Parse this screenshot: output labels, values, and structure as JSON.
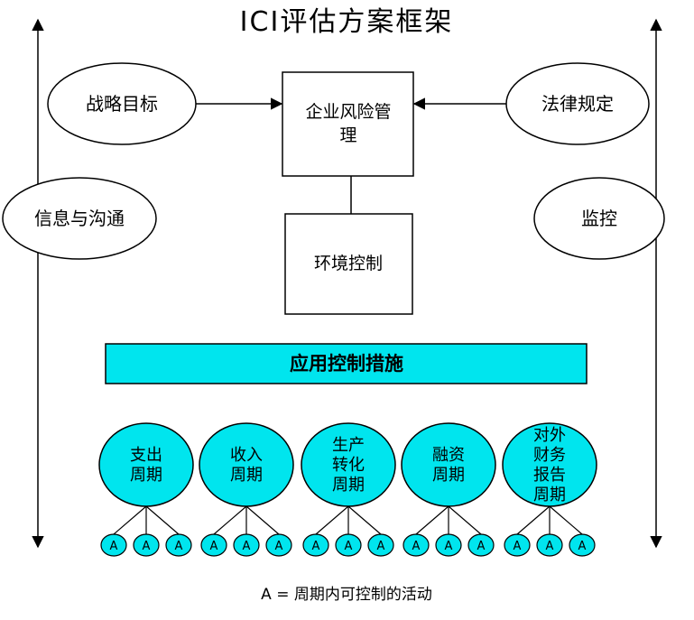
{
  "title": "ICI评估方案框架",
  "ovals": {
    "strategic_goals": "战略目标",
    "legal_rules": "法律规定",
    "info_comm": "信息与沟通",
    "monitoring": "监控"
  },
  "boxes": {
    "erm_lines": [
      "企业风险管",
      "理"
    ],
    "env_control": "环境控制"
  },
  "band": "应用控制措施",
  "cycles": [
    {
      "lines": [
        "支出",
        "周期"
      ]
    },
    {
      "lines": [
        "收入",
        "周期"
      ]
    },
    {
      "lines": [
        "生产",
        "转化",
        "周期"
      ]
    },
    {
      "lines": [
        "融资",
        "周期"
      ]
    },
    {
      "lines": [
        "对外",
        "财务",
        "报告",
        "周期"
      ]
    }
  ],
  "activity_label": "A",
  "caption": "A = 周期内可控制的活动",
  "colors": {
    "cyan": "#00E5EE",
    "line": "#000000",
    "fill_white": "#FFFFFF"
  }
}
